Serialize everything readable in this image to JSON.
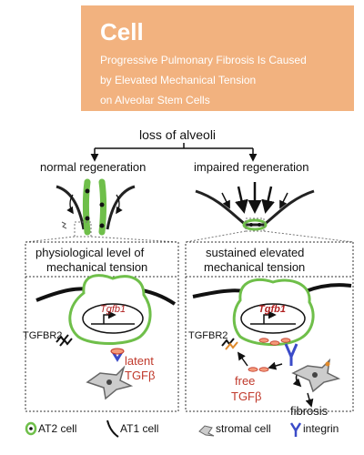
{
  "banner": {
    "journal": "Cell",
    "lines": [
      "Progressive Pulmonary Fibrosis Is Caused",
      "by Elevated Mechanical Tension",
      "on Alveolar Stem Cells"
    ],
    "color": "#f2b27f"
  },
  "diagram": {
    "top_label": "loss of alveoli",
    "left_branch": "normal regeneration",
    "right_branch": "impaired regeneration",
    "left_panel": {
      "title_line1": "physiological level of",
      "title_line2": "mechanical tension",
      "gene": "Tgfb1",
      "receptor": "TGFBR2",
      "ligand_line1": "latent",
      "ligand_line2": "TGFβ"
    },
    "right_panel": {
      "title_line1": "sustained elevated",
      "title_line2": "mechanical tension",
      "gene": "Tgfb1",
      "receptor": "TGFBR2",
      "ligand_line1": "free",
      "ligand_line2": "TGFβ",
      "outcome": "fibrosis"
    }
  },
  "legend": {
    "items": [
      "AT2 cell",
      "AT1 cell",
      "stromal cell",
      "integrin"
    ]
  },
  "colors": {
    "cell_outline": "#6fbf4a",
    "accent_red": "#c0392b",
    "integrin_blue": "#3b4bc8",
    "gene_red": "#b22222"
  }
}
